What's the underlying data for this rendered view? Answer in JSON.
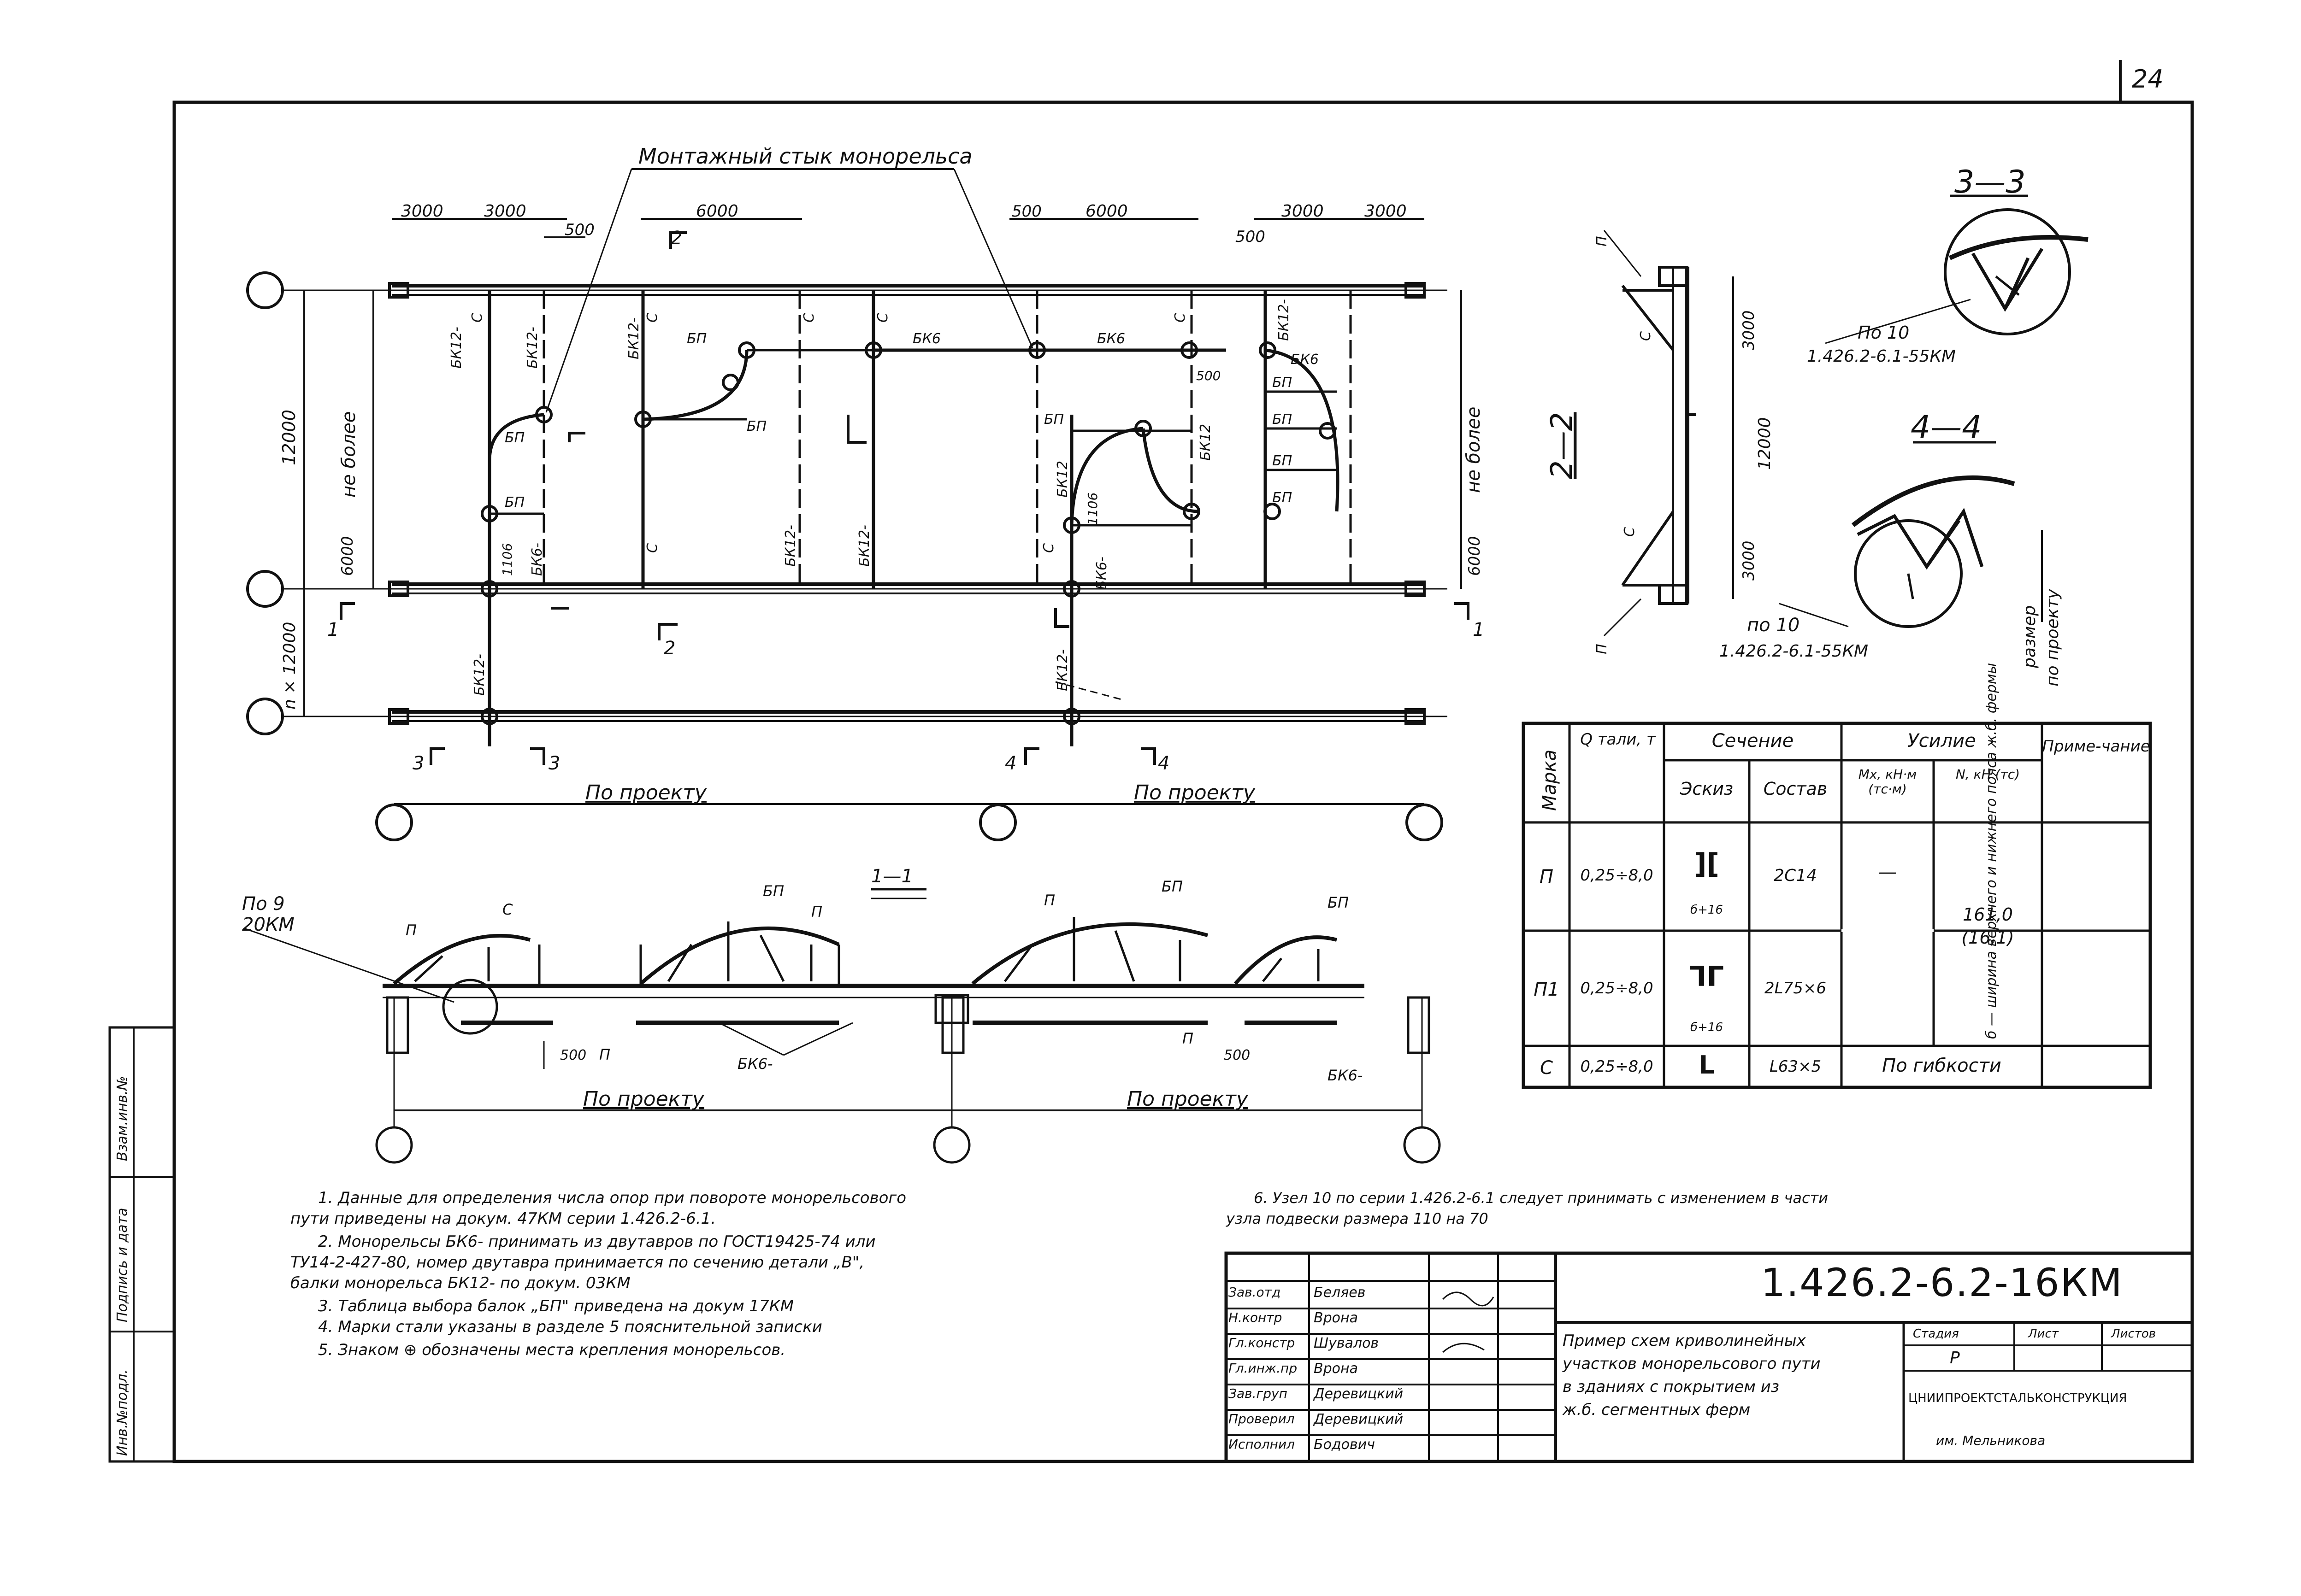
{
  "page_number": "24",
  "plan": {
    "title": "Монтажный стык монорельса",
    "dims_top": [
      "3000",
      "3000",
      "500",
      "6000",
      "500",
      "6000",
      "500",
      "3000",
      "3000"
    ],
    "dim_500_inner": "500",
    "left_span": "12000",
    "left_not_more": "не более",
    "left_6000": "6000",
    "left_n": "n × 12000",
    "right_not_more": "не более",
    "right_6000": "6000",
    "by_project_left": "По проекту",
    "by_project_right": "По проекту",
    "dim_1106": "1106",
    "labels": {
      "bk12": "БК12-",
      "bk6": "БК6",
      "bk6m": "БК6-",
      "bp": "БП",
      "c": "С",
      "bk12b": "БК12"
    },
    "sections": [
      "1",
      "1",
      "2",
      "2",
      "3",
      "3",
      "4",
      "4"
    ]
  },
  "elevation": {
    "section_label": "1—1",
    "ref": "По 9\n20КМ",
    "ref_line1": "По 9",
    "ref_line2": "20КМ",
    "dim_500": "500",
    "dim_500b": "500",
    "by_project_left": "По проекту",
    "by_project_right": "По проекту",
    "labels": {
      "p": "П",
      "c": "С",
      "bp": "БП",
      "bk6": "БК6-"
    }
  },
  "section22": {
    "label": "2—2",
    "dims": [
      "3000",
      "12000",
      "3000"
    ],
    "ref_line1": "по 10",
    "ref_line2": "1.426.2-6.1-55КМ",
    "labels": {
      "p": "П",
      "c": "С"
    }
  },
  "section33": {
    "label": "3—3",
    "ref_line1": "По 10",
    "ref_line2": "1.426.2-6.1-55КМ"
  },
  "section44": {
    "label": "4—4",
    "note_line1": "размер",
    "note_line2": "по проекту"
  },
  "table": {
    "headers": {
      "mark": "Марка",
      "q": "Q тали, т",
      "section": "Сечение",
      "sketch": "Эскиз",
      "composition": "Состав",
      "force": "Усилие",
      "mx": "Mx, кН·м (тс·м)",
      "n": "N, кН (тс)",
      "note": "Приме-чание"
    },
    "rows": [
      {
        "mark": "П",
        "q": "0,25÷8,0",
        "sketch": "][",
        "sketch_dim": "б+16",
        "composition": "2С14",
        "mx": "—"
      },
      {
        "mark": "П1",
        "q": "0,25÷8,0",
        "sketch": "ᒣᒥ",
        "sketch_dim": "б+16",
        "composition": "2L75×6"
      },
      {
        "mark": "С",
        "q": "0,25÷8,0",
        "sketch": "L",
        "composition": "L63×5",
        "force_text": "По гибкости"
      }
    ],
    "n_value": "161,0 (16,1)",
    "note_text": "б — ширина верхнего и нижнего пояса ж.б. фермы"
  },
  "notes": [
    "1.  Данные для определения числа опор при повороте монорельсового",
    "пути приведены на докум. 47КМ серии 1.426.2-6.1.",
    "2.  Монорельсы БК6-  принимать из двутавров по ГОСТ19425-74 или",
    "ТУ14-2-427-80, номер двутавра принимается по сечению детали „В\",",
    "балки монорельса БК12-  по докум. 03КМ",
    "3.  Таблица выбора балок „БП\" приведена на докум 17КМ",
    "4.  Марки стали указаны в разделе 5 пояснительной записки",
    "5.  Знаком ⊕ обозначены места крепления монорельсов."
  ],
  "note6_line1": "6.  Узел 10 по серии 1.426.2-6.1 следует принимать с изменением в части",
  "note6_line2": "узла подвески размера 110 на 70",
  "side_stamp": [
    "Взам.инв.№",
    "Подпись и дата",
    "Инв.№подл."
  ],
  "title_block": {
    "doc_code": "1.426.2-6.2-16КМ",
    "roles": [
      "Зав.отд",
      "Н.контр",
      "Гл.констр",
      "Гл.инж.пр",
      "Зав.груп",
      "Проверил",
      "Исполнил"
    ],
    "names": [
      "Беляев",
      "Врона",
      "Шувалов",
      "Врона",
      "Деревицкий",
      "Деревицкий",
      "Бодович"
    ],
    "title_line1": "Пример схем криволинейных",
    "title_line2": "участков монорельсового пути",
    "title_line3": "в зданиях с покрытием из",
    "title_line4": "ж.б. сегментных ферм",
    "stage_label": "Стадия",
    "sheet_label": "Лист",
    "sheets_label": "Листов",
    "stage_value": "Р",
    "org_line1": "ЦНИИПРОЕКТСТАЛЬКОНСТРУКЦИЯ",
    "org_line2": "им. Мельникова"
  }
}
